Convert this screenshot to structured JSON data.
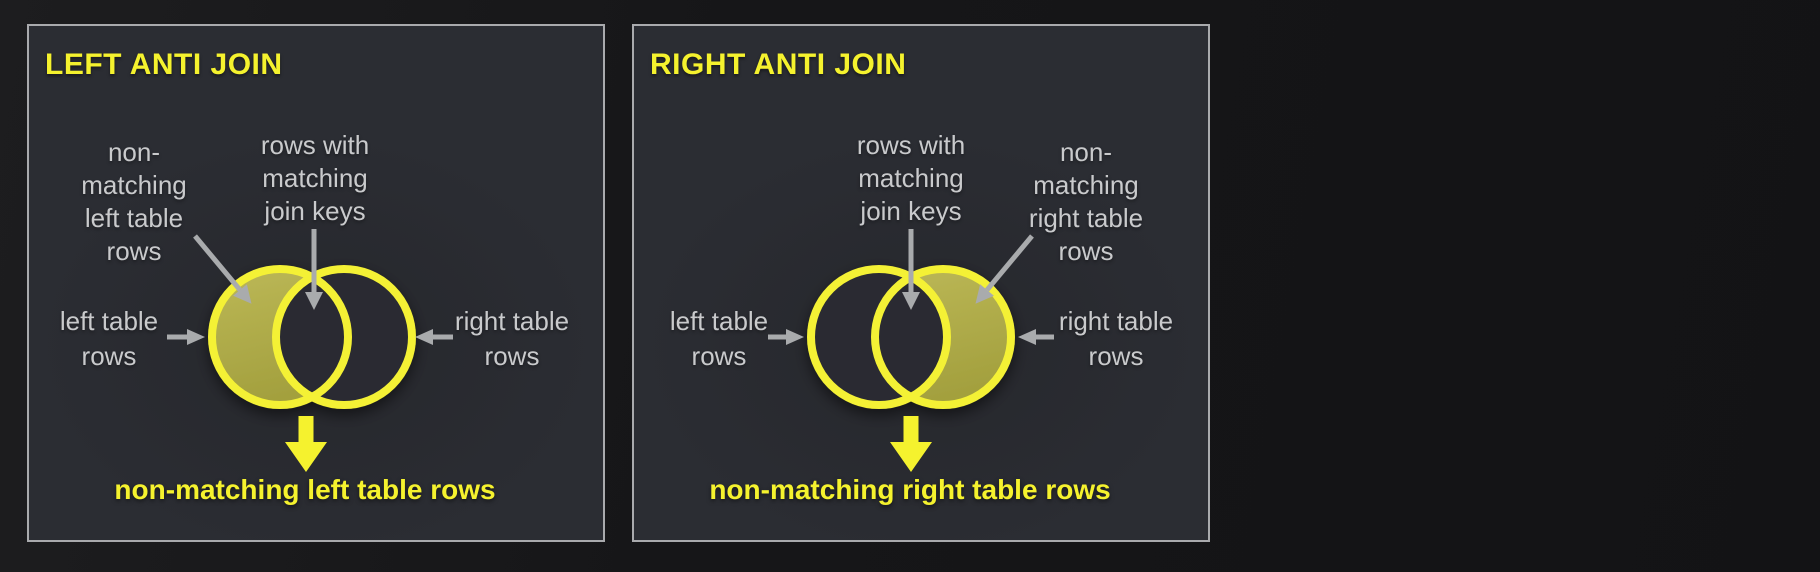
{
  "colors": {
    "background": "#151517",
    "panel_background": "#2b2d33",
    "panel_border": "#a9aaad",
    "accent_yellow": "#f5f22e",
    "venn_stroke": "#f4f136",
    "venn_fill_olive": "#b0ad4a",
    "label_gray": "#c9cacc",
    "arrow_gray": "#a9abad"
  },
  "panels": [
    {
      "title": "LEFT ANTI JOIN",
      "callouts": {
        "non_matching": [
          "non-",
          "matching",
          "left table",
          "rows"
        ],
        "matching_keys": [
          "rows with",
          "matching",
          "join keys"
        ],
        "left_table": [
          "left table",
          "rows"
        ],
        "right_table": [
          "right table",
          "rows"
        ]
      },
      "highlighted_region": "non-matching left table rows",
      "caption": "non-matching left table rows"
    },
    {
      "title": "RIGHT ANTI JOIN",
      "callouts": {
        "matching_keys": [
          "rows with",
          "matching",
          "join keys"
        ],
        "non_matching": [
          "non-",
          "matching",
          "right table",
          "rows"
        ],
        "left_table": [
          "left table",
          "rows"
        ],
        "right_table": [
          "right table",
          "rows"
        ]
      },
      "highlighted_region": "non-matching right table rows",
      "caption": "non-matching right table rows"
    }
  ]
}
